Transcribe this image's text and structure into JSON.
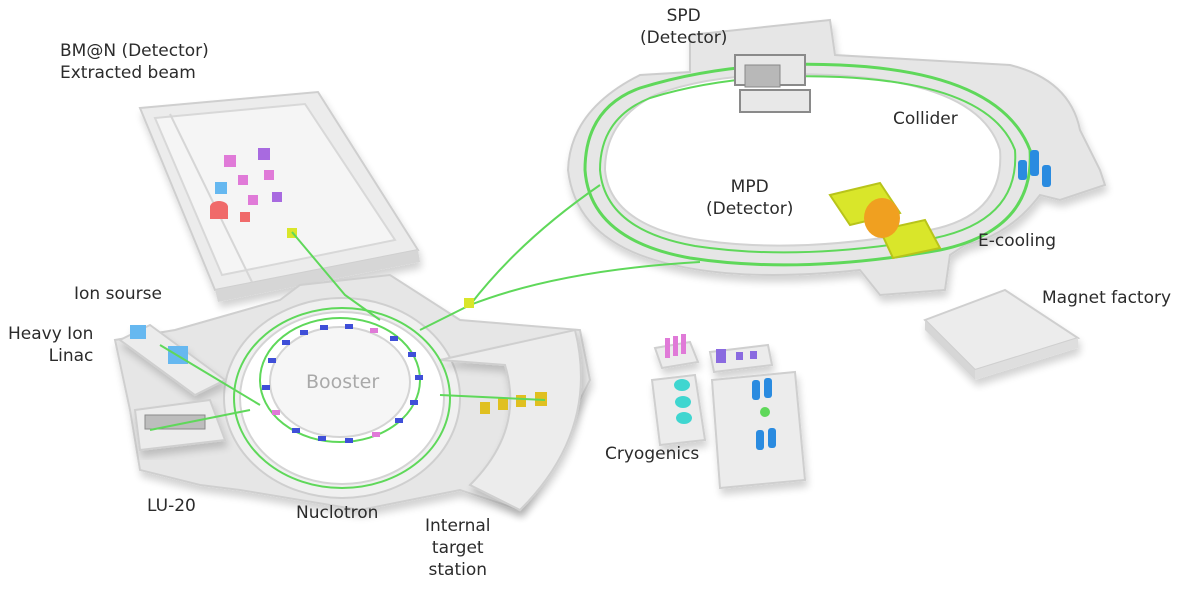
{
  "labels": {
    "bmn": [
      "BM@N (Detector)",
      "Extracted beam"
    ],
    "spd": [
      "SPD",
      "(Detector)"
    ],
    "collider": "Collider",
    "mpd": [
      "MPD",
      "(Detector)"
    ],
    "ecooling": "E-cooling",
    "magnet_factory": "Magnet factory",
    "ion_source": "Ion sourse",
    "linac": [
      "Heavy Ion",
      "Linac"
    ],
    "booster": "Booster",
    "cryogenics": "Cryogenics",
    "lu20": "LU-20",
    "nuclotron": "Nuclotron",
    "internal_target": [
      "Internal",
      "target",
      "station"
    ]
  },
  "colors": {
    "building": "#ececec",
    "building_edge": "#cfcfcf",
    "beam": "#5fd85a",
    "magnet_blue": "#3f4fd8",
    "magnet_pink": "#e07ad8",
    "detector_yellow": "#d9e62a",
    "detector_orange": "#f0a020",
    "cooler_blue": "#2a8be0",
    "cryo_cyan": "#3fd6d0"
  }
}
